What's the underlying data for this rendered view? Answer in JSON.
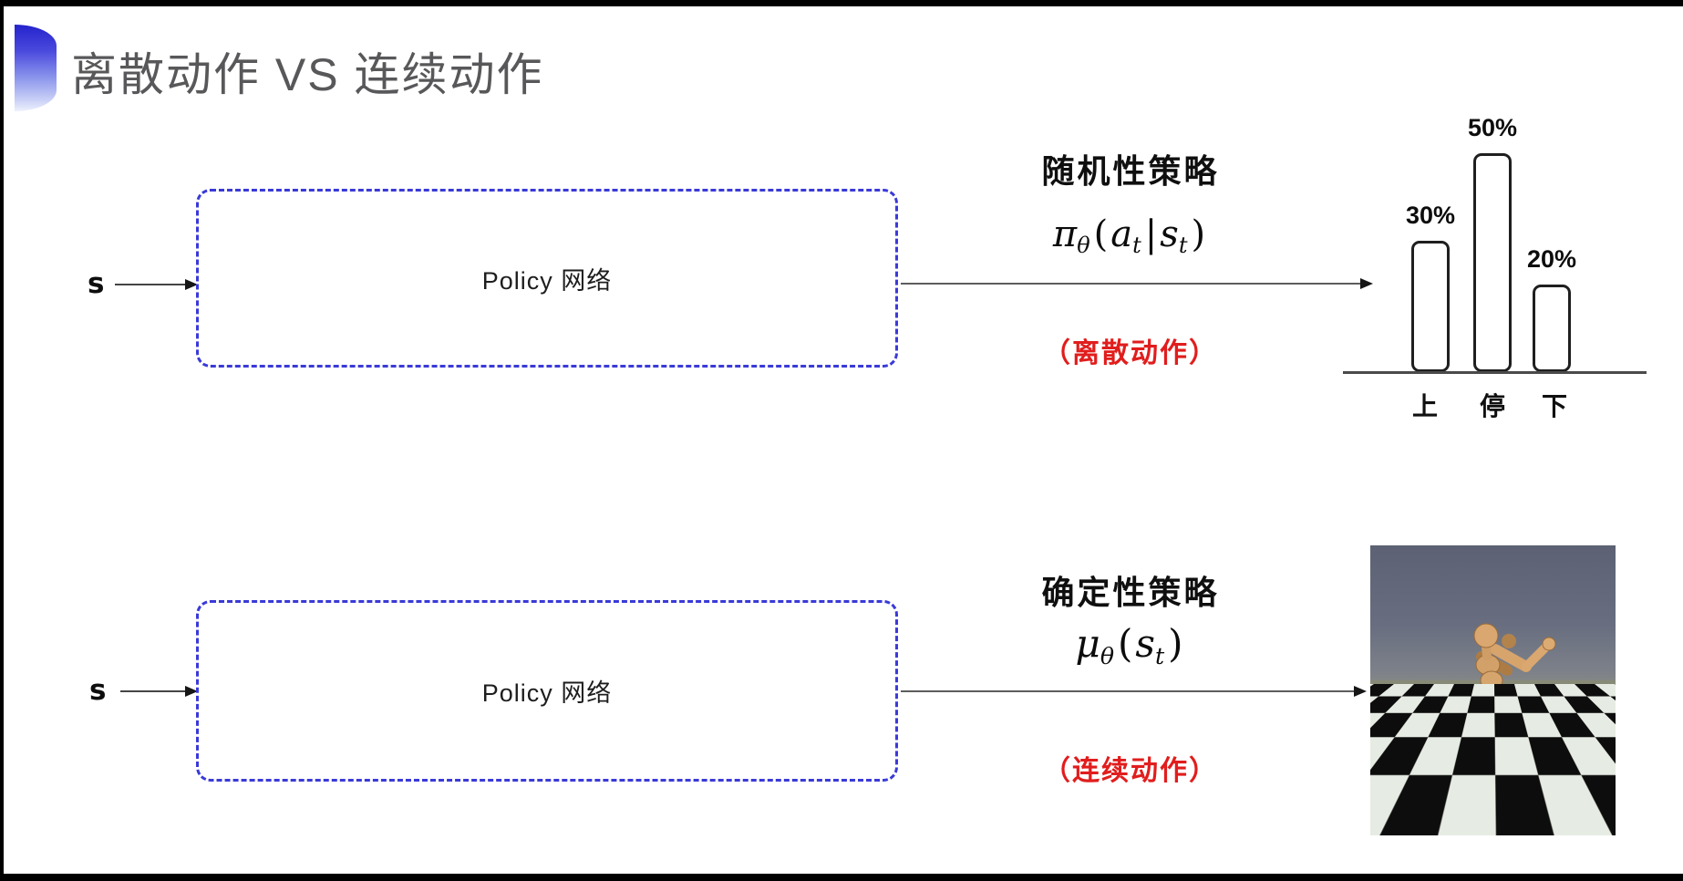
{
  "title": {
    "text": "离散动作 VS 连续动作",
    "color": "#58585b"
  },
  "rows": [
    {
      "id": "discrete",
      "input_label": "s",
      "box_label": "Policy 网络",
      "policy_title": "随机性策略",
      "formula": {
        "lead": "π",
        "lead_sub": "θ",
        "open": "(",
        "arg_a": "a",
        "arg_a_sub": "t",
        "pipe": "|",
        "arg_s": "s",
        "arg_s_sub": "t",
        "close": ")"
      },
      "action_note": "（离散动作）"
    },
    {
      "id": "continuous",
      "input_label": "s",
      "box_label": "Policy 网络",
      "policy_title": "确定性策略",
      "formula": {
        "lead": "μ",
        "lead_sub": "θ",
        "open": "(",
        "arg_s": "s",
        "arg_s_sub": "t",
        "close": ")"
      },
      "action_note": "（连续动作）"
    }
  ],
  "chart_data": {
    "type": "bar",
    "categories": [
      "上",
      "停",
      "下"
    ],
    "values": [
      30,
      50,
      20
    ],
    "value_labels": [
      "30%",
      "50%",
      "20%"
    ],
    "unit": "%",
    "ylim": [
      0,
      50
    ],
    "title": "",
    "xlabel": "",
    "ylabel": "",
    "grid": false,
    "bar_style": "outlined-rounded-white"
  },
  "colors": {
    "box_border": "#3a3ad8",
    "note_red": "#e11d1d",
    "title_gray": "#58585b",
    "arrow": "#454545",
    "bullet_blue_top": "#2423cc",
    "bullet_blue_bottom": "#eef1fd"
  }
}
